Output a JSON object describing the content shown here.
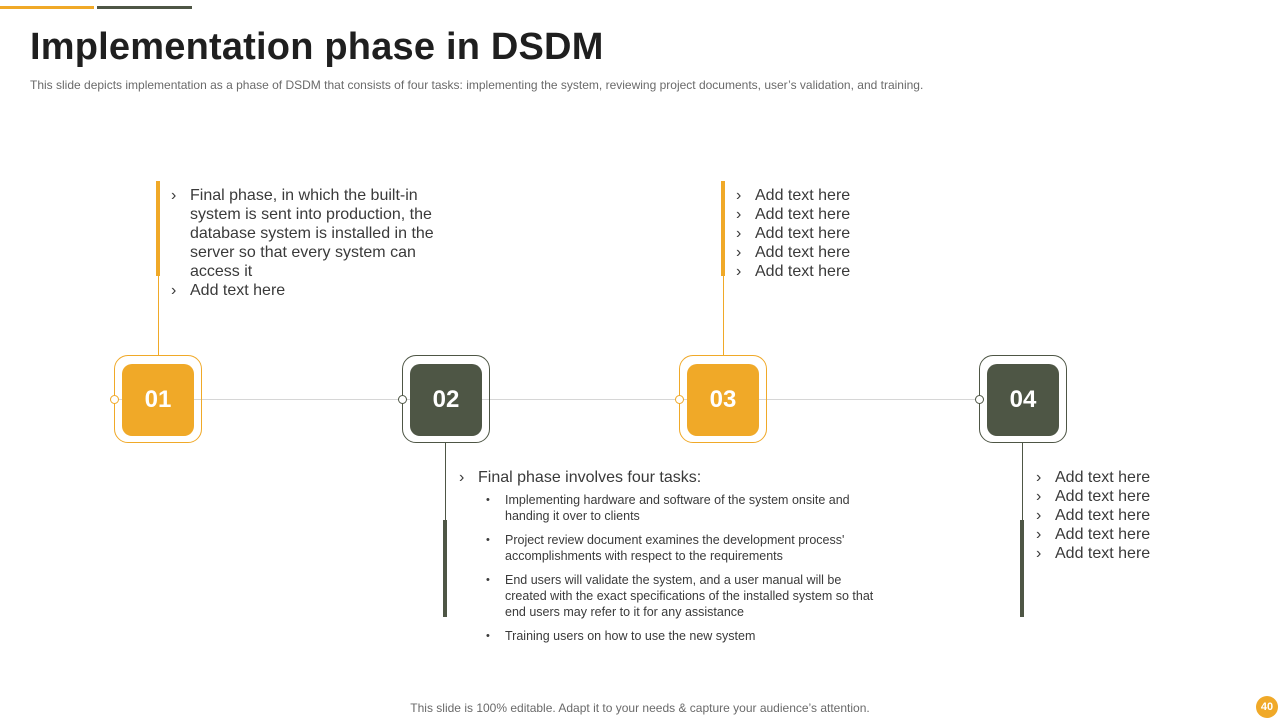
{
  "slide": {
    "title": "Implementation phase in DSDM",
    "subtitle": "This slide depicts implementation as a phase of DSDM that consists of four tasks: implementing the system, reviewing project documents, user’s validation, and training.",
    "footer": "This slide is 100% editable. Adapt it to your needs & capture your audience’s attention.",
    "page_number": "40"
  },
  "colors": {
    "accent": "#f0a928",
    "dark": "#4e5645",
    "line": "#d6d6d6",
    "text": "#3a3a3a"
  },
  "steps": [
    {
      "number": "01",
      "color": "accent"
    },
    {
      "number": "02",
      "color": "dark"
    },
    {
      "number": "03",
      "color": "accent"
    },
    {
      "number": "04",
      "color": "dark"
    }
  ],
  "step1_text": {
    "items": [
      "Final phase, in which the built-in system is sent into production, the database system is installed in the server so that every system can access it",
      "Add text here"
    ]
  },
  "step2_text": {
    "heading": "Final phase involves four tasks:",
    "items": [
      "Implementing hardware and software of the system onsite and handing it over to clients",
      "Project review document examines the development process' accomplishments with respect to the requirements",
      "End users will validate the system, and a user manual will be created with the exact specifications of the installed system so that end users may refer to it for any assistance",
      "Training users on how to use the new system"
    ]
  },
  "step3_text": {
    "items": [
      "Add text here",
      "Add text here",
      "Add text here",
      "Add text here",
      "Add text here"
    ]
  },
  "step4_text": {
    "items": [
      "Add text here",
      "Add text here",
      "Add text here",
      "Add text here",
      "Add text here"
    ]
  }
}
